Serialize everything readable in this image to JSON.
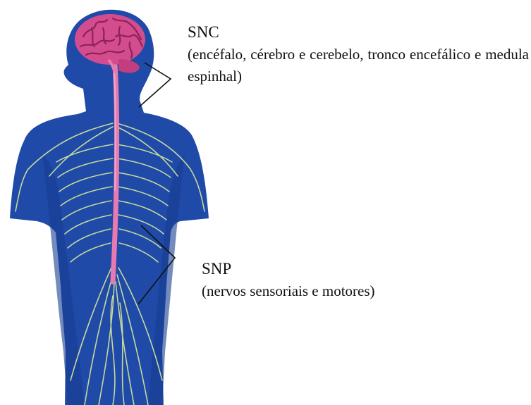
{
  "labels": {
    "snc": {
      "title": "SNC",
      "description": "(encéfalo, cérebro e cerebelo, tronco encefálico e medula espinhal)"
    },
    "snp": {
      "title": "SNP",
      "description": "(nervos sensoriais e motores)"
    }
  },
  "colors": {
    "body": "#1f4aa8",
    "body_dark": "#183e92",
    "brain": "#d34c8e",
    "brain_fold": "#8e2257",
    "spinal_cord": "#e77ab0",
    "nerves": "#d8e89a",
    "pointer_lines": "#111111"
  }
}
